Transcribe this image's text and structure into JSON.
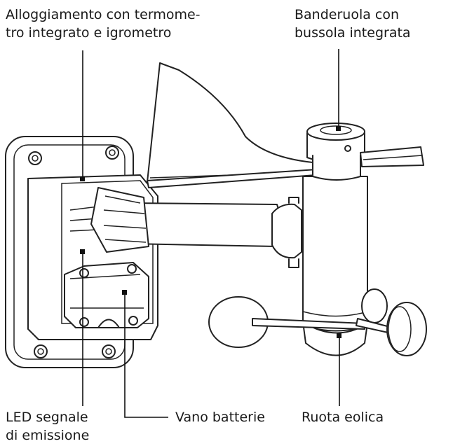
{
  "labels": {
    "housing": [
      "Alloggiamento con termome-",
      "tro integrato e igrometro"
    ],
    "vane": [
      "Banderuola con",
      "bussola integrata"
    ],
    "led": [
      "LED segnale",
      "di emissione"
    ],
    "battery": [
      "Vano batterie"
    ],
    "wheel": [
      "Ruota eolica"
    ]
  }
}
